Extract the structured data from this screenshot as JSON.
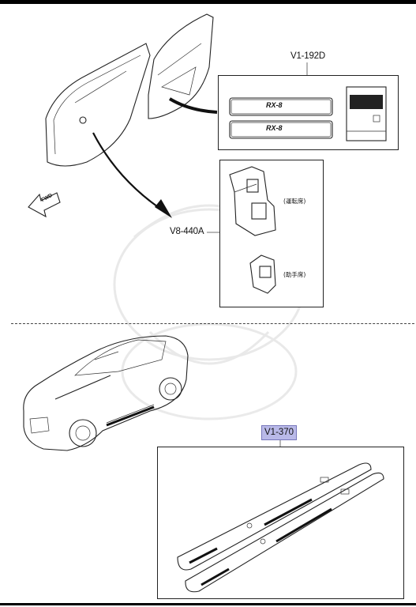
{
  "callouts": {
    "scuff_plate_badge": "V1-192D",
    "window_switch": "V8-440A",
    "sill_plates": "V1-370"
  },
  "seat_labels": {
    "driver": "(運転席)",
    "passenger": "(助手席)"
  },
  "badges": {
    "upper": "RX-8",
    "lower": "RX-8"
  },
  "direction_marker": "FWD",
  "colors": {
    "highlight": "#b9b9e8",
    "line": "#222222"
  }
}
